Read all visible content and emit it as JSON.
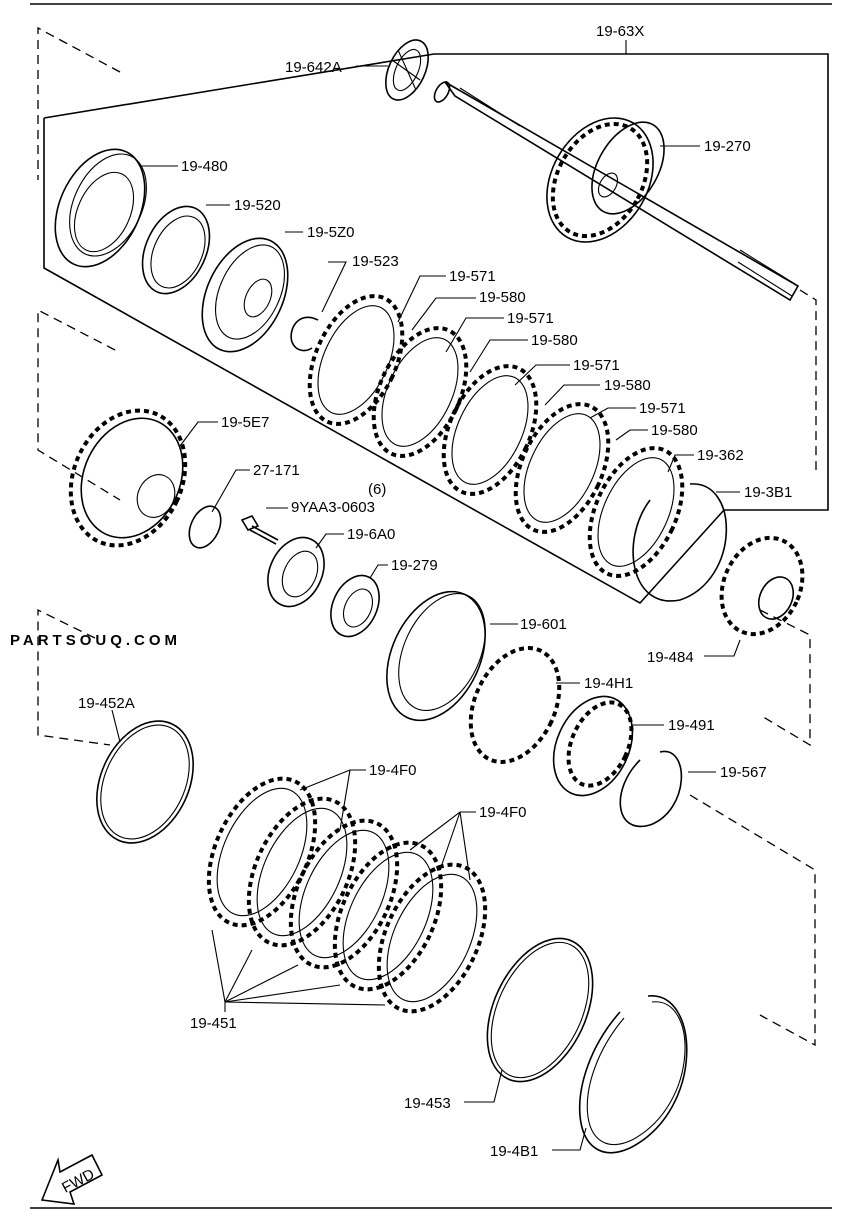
{
  "watermark": "PARTSOUQ.COM",
  "fwd_label": "FWD",
  "part_labels": {
    "p19_63X": "19-63X",
    "p19_642A": "19-642A",
    "p19_270": "19-270",
    "p19_480": "19-480",
    "p19_520": "19-520",
    "p19_5Z0": "19-5Z0",
    "p19_523": "19-523",
    "p19_571_a": "19-571",
    "p19_580_a": "19-580",
    "p19_571_b": "19-571",
    "p19_580_b": "19-580",
    "p19_571_c": "19-571",
    "p19_580_c": "19-580",
    "p19_571_d": "19-571",
    "p19_580_d": "19-580",
    "p19_362": "19-362",
    "p19_3B1": "19-3B1",
    "p19_5E7": "19-5E7",
    "p27_171": "27-171",
    "qty_6": "(6)",
    "p9YAA3_0603": "9YAA3-0603",
    "p19_6A0": "19-6A0",
    "p19_279": "19-279",
    "p19_601": "19-601",
    "p19_484": "19-484",
    "p19_4H1": "19-4H1",
    "p19_491": "19-491",
    "p19_567": "19-567",
    "p19_452A": "19-452A",
    "p19_4F0_a": "19-4F0",
    "p19_4F0_b": "19-4F0",
    "p19_451": "19-451",
    "p19_453": "19-453",
    "p19_4B1": "19-4B1"
  }
}
